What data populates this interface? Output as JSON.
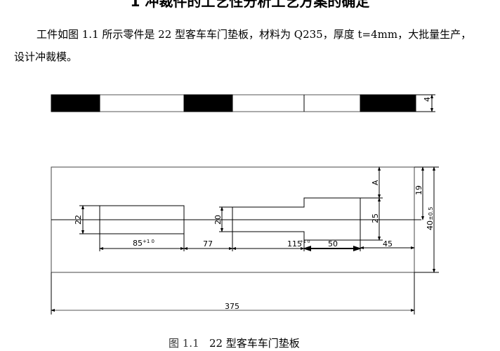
{
  "heading": "1  冲裁件的工艺性分析工艺方案的确定",
  "paragraph": "工件如图 1.1 所示零件是 22 型客车车门垫板，材料为 Q235，厚度 t=4mm，大批量生产，设计冲裁模。",
  "drawing": {
    "side_view": {
      "thickness": "4"
    },
    "dims": {
      "hole_height": "22",
      "hole_width": "85",
      "hole_width_tol": "+1 0",
      "gap": "77",
      "slot_height": "20",
      "slot_length": "115",
      "slot_length_tol": "+1 0",
      "step_length": "50",
      "end_margin": "45",
      "step_top": "A",
      "step_height": "25",
      "center_offset": "19",
      "overall_height": "40",
      "overall_height_tol": "±0.5",
      "overall_length": "375"
    }
  },
  "caption": {
    "label": "图 1.1",
    "title": "22 型客车车门垫板"
  }
}
